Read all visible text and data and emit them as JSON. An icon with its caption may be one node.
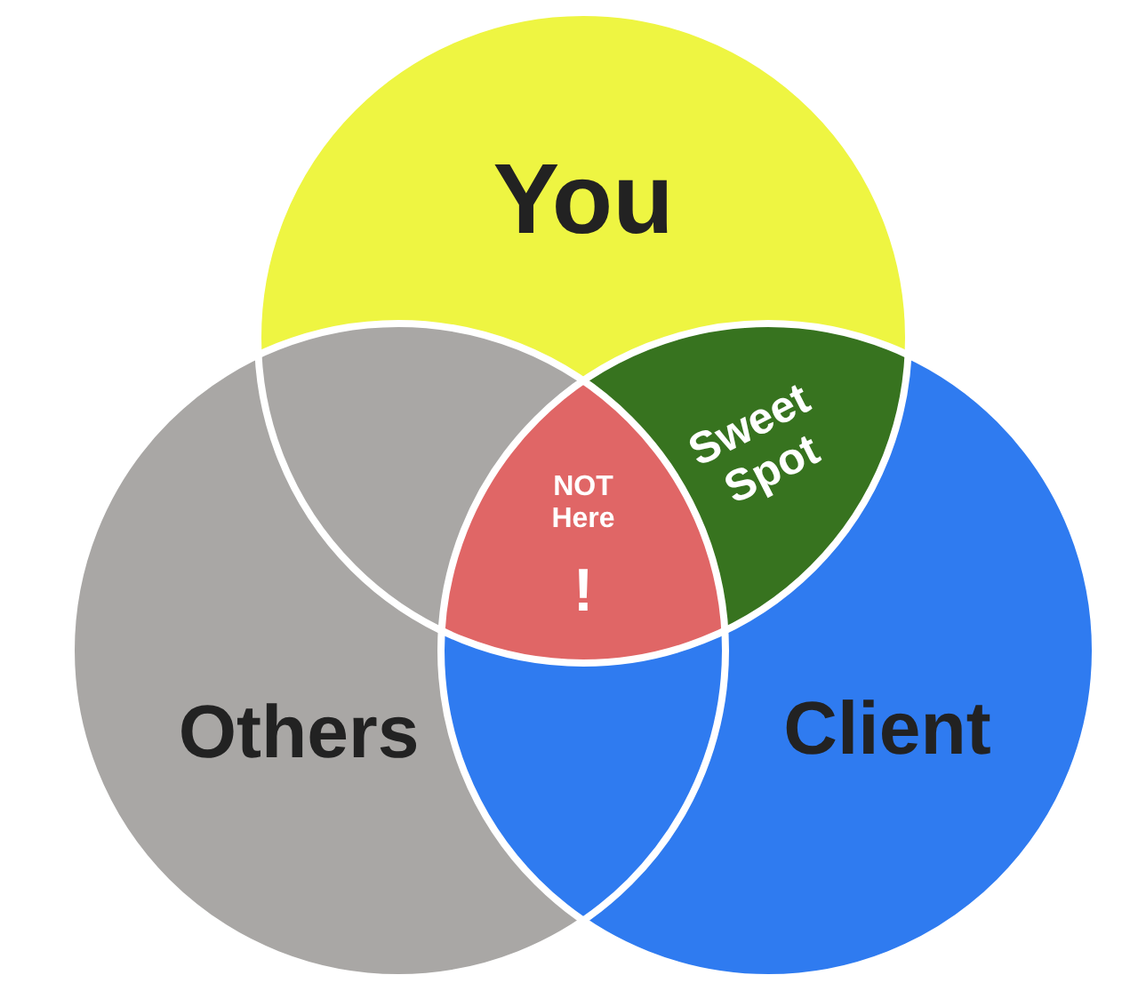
{
  "diagram": {
    "nodes": [
      {
        "text": [
          "You"
        ]
      },
      {
        "text": [
          "Others"
        ]
      },
      {
        "text": [
          "Client"
        ]
      },
      {
        "text": [
          "Sweet Spot"
        ]
      },
      {
        "text": [
          "NOT Here",
          "!"
        ]
      }
    ]
  }
}
